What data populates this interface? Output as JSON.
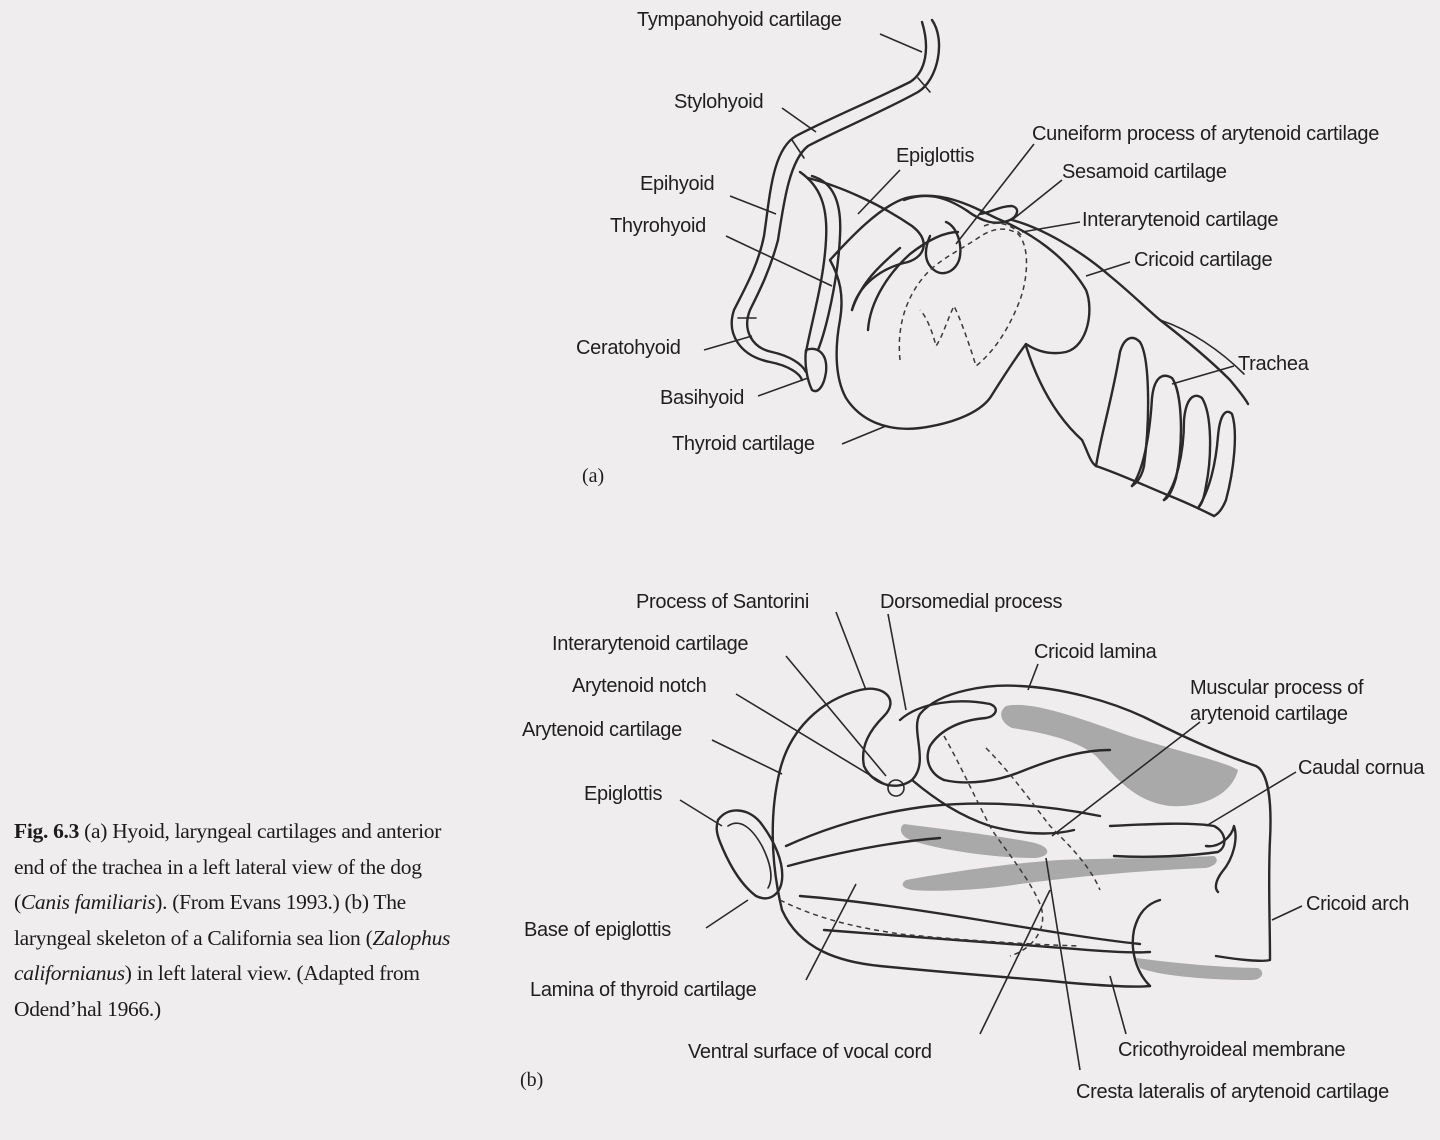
{
  "panel_a": {
    "tag": "(a)",
    "labels": {
      "tympanohyoid": "Tympanohyoid cartilage",
      "stylohyoid": "Stylohyoid",
      "epihyoid": "Epihyoid",
      "thyrohyoid": "Thyrohyoid",
      "ceratohyoid": "Ceratohyoid",
      "basihyoid": "Basihyoid",
      "thyroid": "Thyroid cartilage",
      "epiglottis": "Epiglottis",
      "cuneiform": "Cuneiform process of arytenoid cartilage",
      "sesamoid": "Sesamoid cartilage",
      "interarytenoid": "Interarytenoid cartilage",
      "cricoid": "Cricoid cartilage",
      "trachea": "Trachea"
    }
  },
  "panel_b": {
    "tag": "(b)",
    "labels": {
      "santorini": "Process of Santorini",
      "dorsomedial": "Dorsomedial process",
      "interarytenoid": "Interarytenoid cartilage",
      "cricoid_lamina": "Cricoid lamina",
      "arytenoid_notch": "Arytenoid notch",
      "muscular_1": "Muscular process of",
      "muscular_2": "arytenoid cartilage",
      "arytenoid": "Arytenoid cartilage",
      "caudal_cornua": "Caudal cornua",
      "epiglottis": "Epiglottis",
      "cricoid_arch": "Cricoid arch",
      "base_epiglottis": "Base of epiglottis",
      "lamina_thyroid": "Lamina of thyroid cartilage",
      "ventral_vocal": "Ventral surface of vocal cord",
      "cricothyroideal": "Cricothyroideal membrane",
      "cresta": "Cresta lateralis of arytenoid cartilage"
    }
  },
  "caption": {
    "fig_num": "Fig. 6.3",
    "part1": " (a) Hyoid, laryngeal cartilages and anterior end of the trachea in a left lateral view of the dog (",
    "species1": "Canis familiaris",
    "part2": "). (From Evans 1993.) (b) The laryngeal skeleton of a California sea lion (",
    "species2": "Zalophus californianus",
    "part3": ") in left lateral view. (Adapted from Odend’hal 1966.)"
  }
}
